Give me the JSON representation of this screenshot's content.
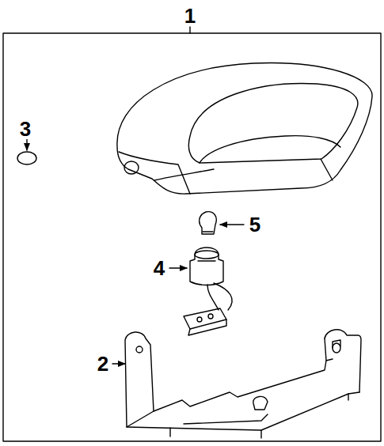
{
  "diagram": {
    "labels": [
      "1",
      "3",
      "5",
      "4",
      "2"
    ]
  }
}
